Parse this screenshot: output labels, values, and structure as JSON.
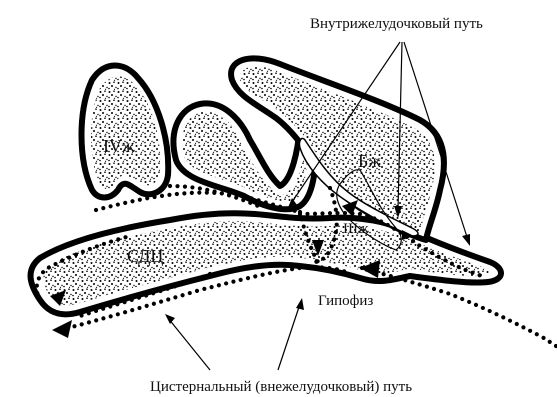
{
  "labels": {
    "ventricle_iv": "IVж",
    "ventricle_lateral": "Бж",
    "ventricle_iii": "IIIж",
    "subarachnoid": "СДЦ",
    "pituitary": "Гипофиз",
    "intraventricular_path": "Внутрижелудочковый путь",
    "cisternal_path": "Цистернальный (внежелудочковый) путь"
  }
}
